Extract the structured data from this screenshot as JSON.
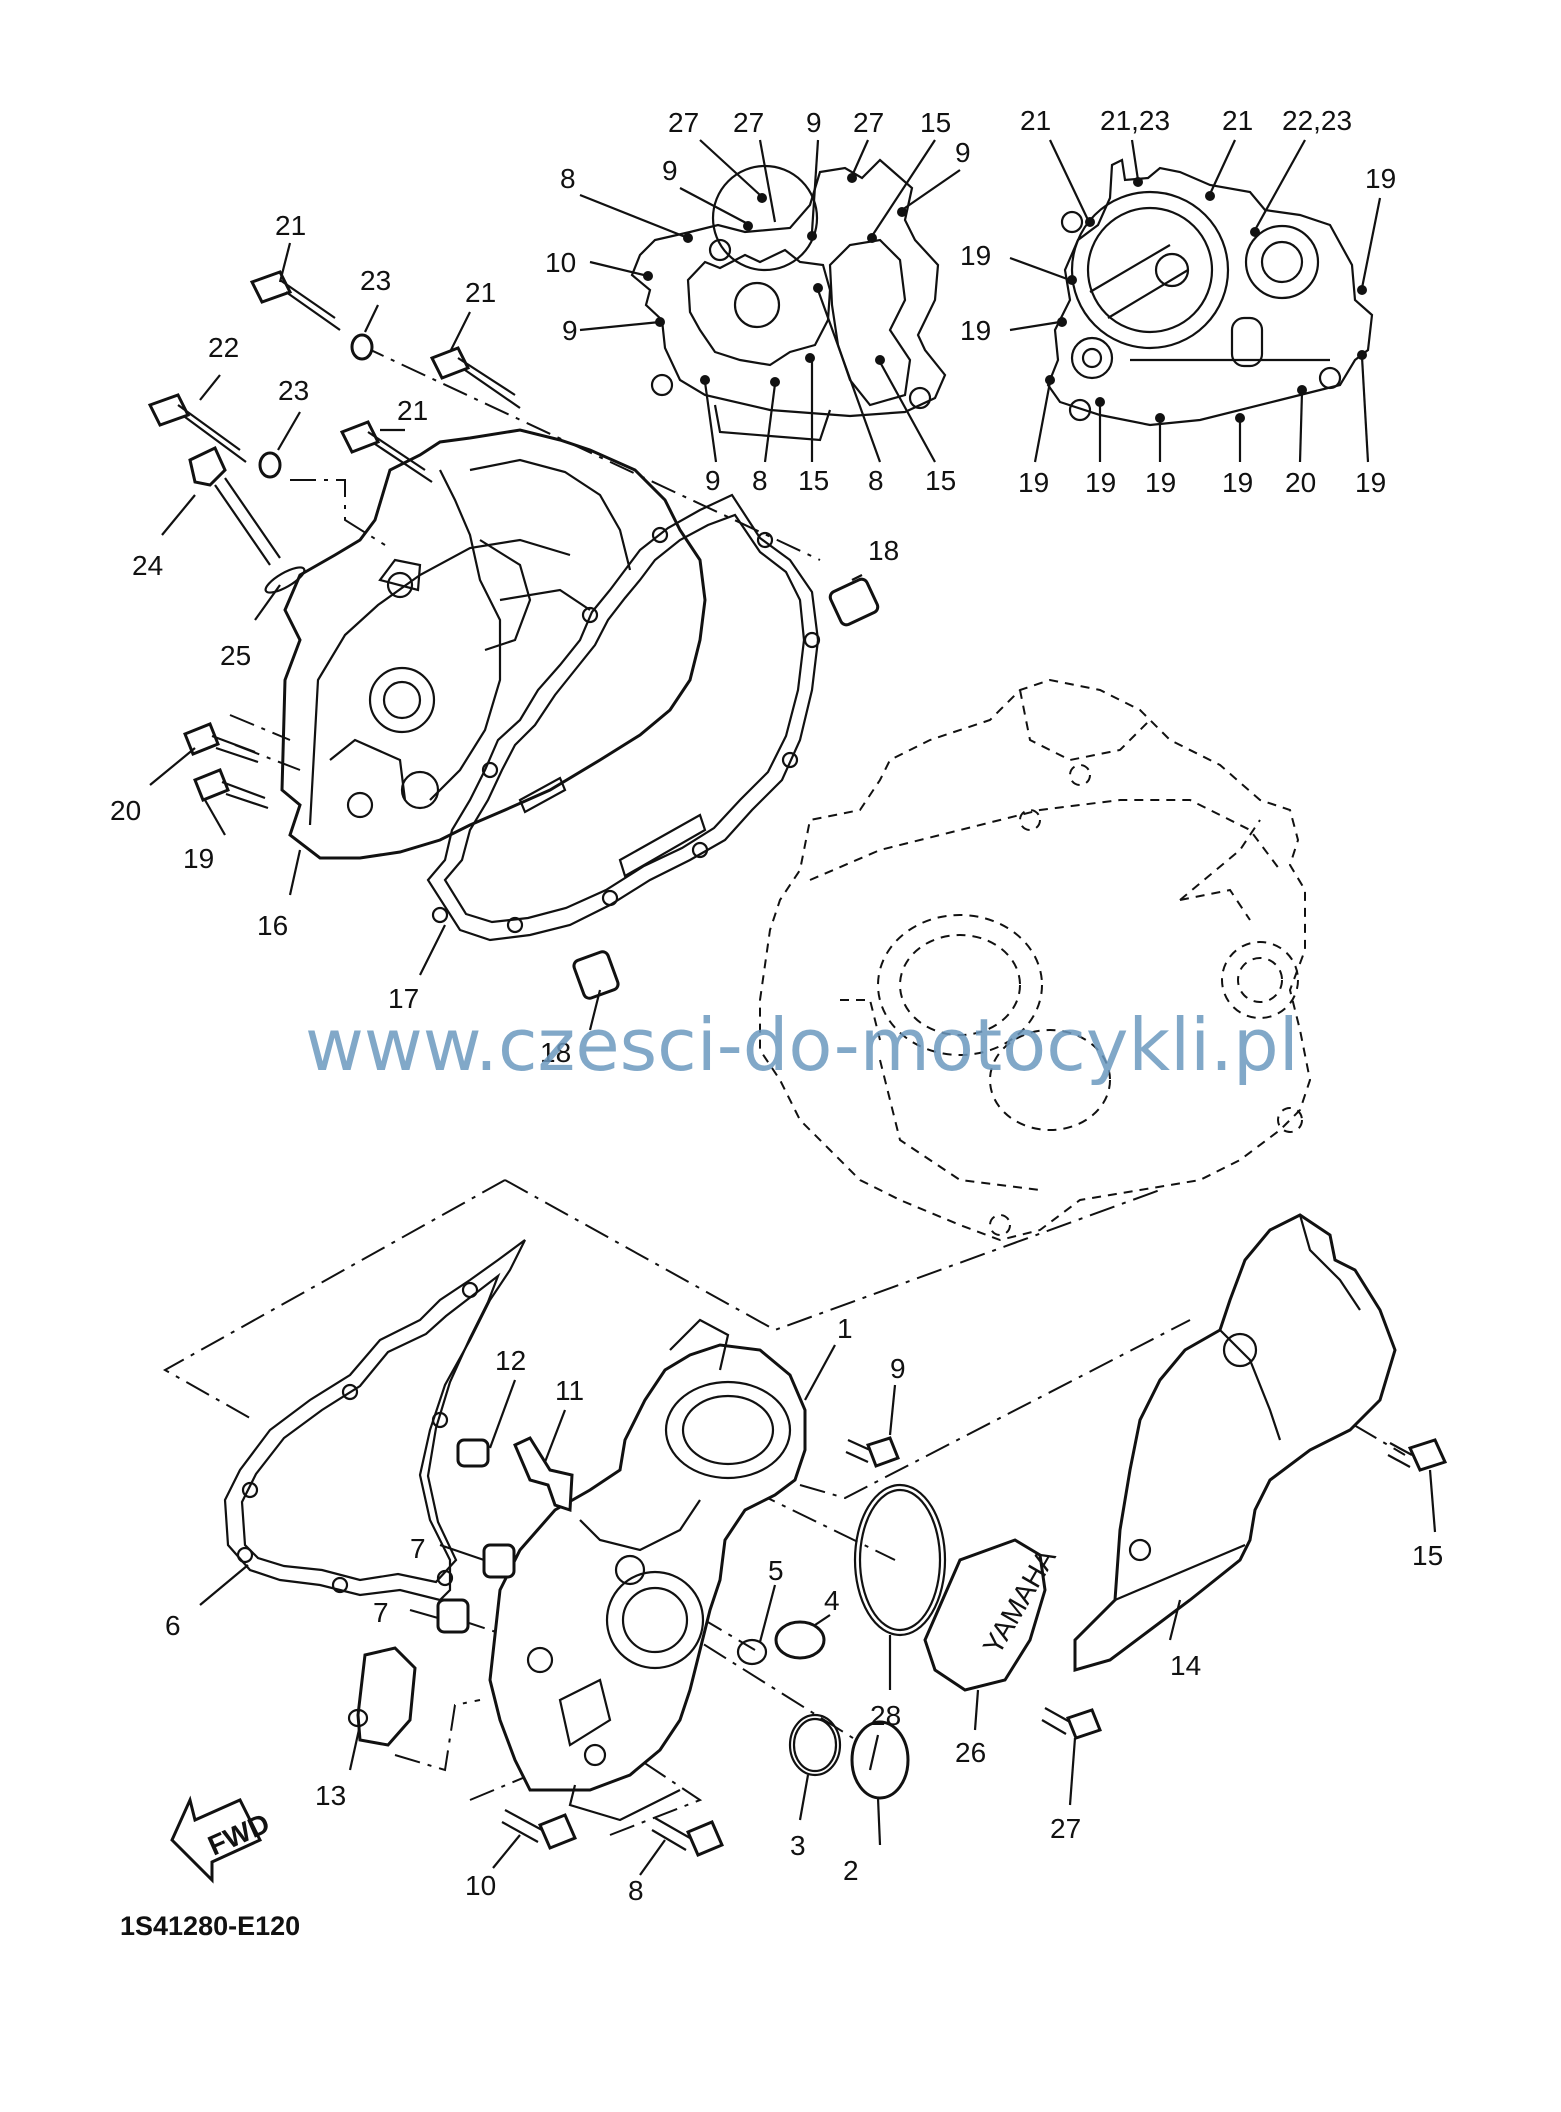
{
  "diagram_code": "1S41280-E120",
  "watermark": "www.czesci-do-motocykli.pl",
  "fwd_label": "FWD",
  "brand_mark": "YAMAHA",
  "callouts": [
    {
      "id": "c-21-a",
      "text": "21"
    },
    {
      "id": "c-23-a",
      "text": "23"
    },
    {
      "id": "c-21-b",
      "text": "21"
    },
    {
      "id": "c-22",
      "text": "22"
    },
    {
      "id": "c-23-b",
      "text": "23"
    },
    {
      "id": "c-21-c",
      "text": "21"
    },
    {
      "id": "c-24",
      "text": "24"
    },
    {
      "id": "c-25",
      "text": "25"
    },
    {
      "id": "c-18-a",
      "text": "18"
    },
    {
      "id": "c-20-a",
      "text": "20"
    },
    {
      "id": "c-19-a",
      "text": "19"
    },
    {
      "id": "c-16",
      "text": "16"
    },
    {
      "id": "c-17",
      "text": "17"
    },
    {
      "id": "c-18-b",
      "text": "18"
    },
    {
      "id": "c-1",
      "text": "1"
    },
    {
      "id": "c-9-a",
      "text": "9"
    },
    {
      "id": "c-12",
      "text": "12"
    },
    {
      "id": "c-11",
      "text": "11"
    },
    {
      "id": "c-7-a",
      "text": "7"
    },
    {
      "id": "c-7-b",
      "text": "7"
    },
    {
      "id": "c-6",
      "text": "6"
    },
    {
      "id": "c-5",
      "text": "5"
    },
    {
      "id": "c-4",
      "text": "4"
    },
    {
      "id": "c-28",
      "text": "28"
    },
    {
      "id": "c-26",
      "text": "26"
    },
    {
      "id": "c-15-a",
      "text": "15"
    },
    {
      "id": "c-14",
      "text": "14"
    },
    {
      "id": "c-13",
      "text": "13"
    },
    {
      "id": "c-3",
      "text": "3"
    },
    {
      "id": "c-2",
      "text": "2"
    },
    {
      "id": "c-27-a",
      "text": "27"
    },
    {
      "id": "c-10-a",
      "text": "10"
    },
    {
      "id": "c-8-a",
      "text": "8"
    }
  ],
  "left_inset_callouts": [
    {
      "text": "27"
    },
    {
      "text": "27"
    },
    {
      "text": "9"
    },
    {
      "text": "27"
    },
    {
      "text": "15"
    },
    {
      "text": "8"
    },
    {
      "text": "9"
    },
    {
      "text": "9"
    },
    {
      "text": "10"
    },
    {
      "text": "9"
    },
    {
      "text": "9"
    },
    {
      "text": "8"
    },
    {
      "text": "15"
    },
    {
      "text": "8"
    },
    {
      "text": "15"
    }
  ],
  "right_inset_callouts": [
    {
      "text": "21"
    },
    {
      "text": "21,23"
    },
    {
      "text": "21"
    },
    {
      "text": "22,23"
    },
    {
      "text": "19"
    },
    {
      "text": "19"
    },
    {
      "text": "19"
    },
    {
      "text": "19"
    },
    {
      "text": "19"
    },
    {
      "text": "19"
    },
    {
      "text": "19"
    },
    {
      "text": "20"
    },
    {
      "text": "19"
    }
  ]
}
